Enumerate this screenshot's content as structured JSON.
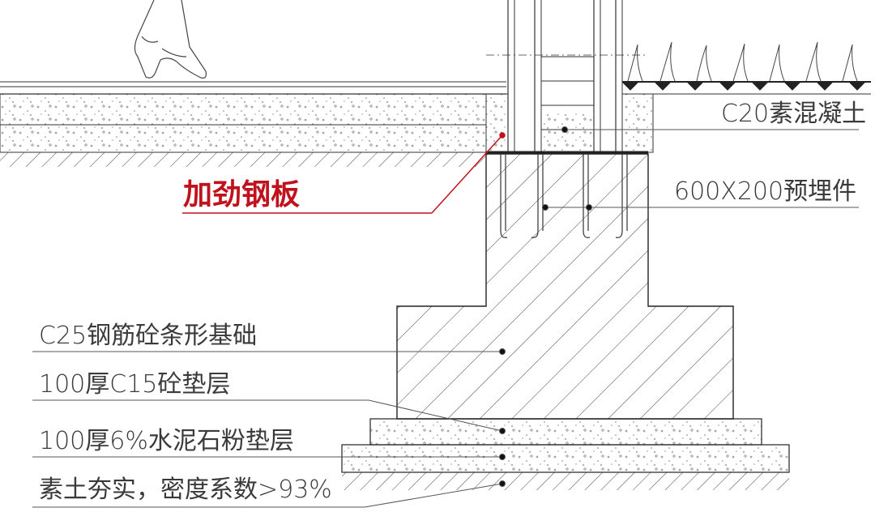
{
  "labels": {
    "c20_concrete": "C20素混凝土",
    "stiffener_plate": "加劲钢板",
    "embedded_part": "600X200预埋件",
    "c25_foundation": "C25钢筋砼条形基础",
    "c15_cushion": "100厚C15砼垫层",
    "cement_stone_cushion": "100厚6%水泥石粉垫层",
    "compacted_soil": "素土夯实，密度系数>93%"
  },
  "colors": {
    "line": "#2a2a2a",
    "annotation_red": "#c0121c",
    "text": "#3a3a3a"
  }
}
